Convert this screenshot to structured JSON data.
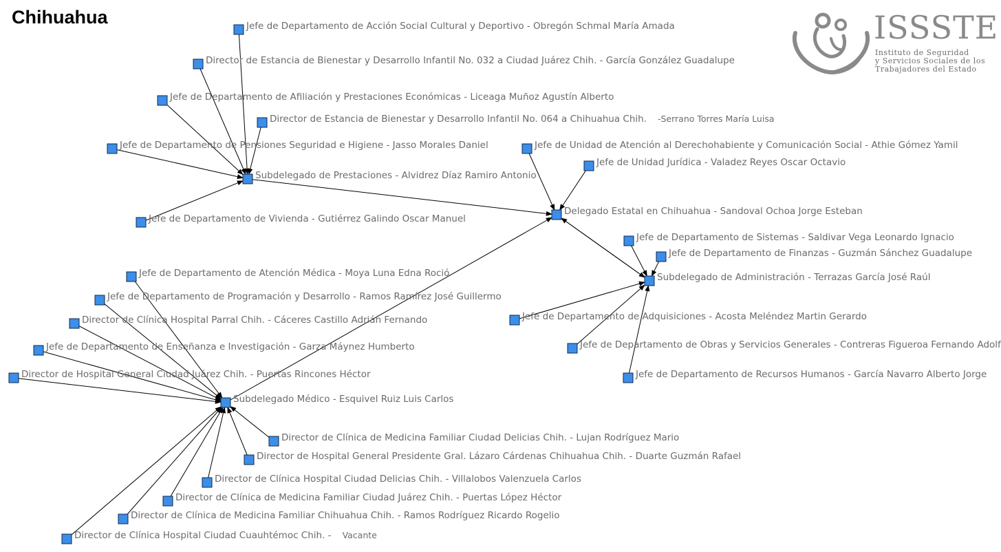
{
  "title": "Chihuahua",
  "logo": {
    "brand": "ISSSTE",
    "lines": [
      "Instituto de Seguridad",
      "y Servicios Sociales de los",
      "Trabajadores del Estado"
    ],
    "icon": "issste-hands-family-icon"
  },
  "nodes": [
    {
      "id": "delegado",
      "label": "Delegado Estatal en Chihuahua   - Sandoval Ochoa Jorge Esteban"
    },
    {
      "id": "sub_prest",
      "label": "Subdelegado de Prestaciones   - Alvidrez Díaz Ramiro Antonio"
    },
    {
      "id": "sub_admin",
      "label": "Subdelegado de Administración   - Terrazas García José Raúl"
    },
    {
      "id": "sub_med",
      "label": "Subdelegado Médico   - Esquivel Ruiz Luis Carlos"
    },
    {
      "id": "n1",
      "label": "Jefe de Departamento de Acción Social Cultural y Deportivo   - Obregón Schmal María Amada"
    },
    {
      "id": "n2",
      "label": "Director de Estancia de Bienestar y Desarrollo Infantil No. 032 a Ciudad Juárez Chih.    - García González Guadalupe"
    },
    {
      "id": "n3",
      "label": "Jefe de Departamento de Afiliación y Prestaciones Económicas   - Liceaga Muñoz Agustín Alberto"
    },
    {
      "id": "n4",
      "label": "Director de Estancia de Bienestar y Desarrollo Infantil No. 064 a Chihuahua Chih.",
      "suffix": "-Serrano Torres María Luisa"
    },
    {
      "id": "n5",
      "label": "Jefe de Departamento de Pensiones Seguridad e Higiene   - Jasso Morales Daniel"
    },
    {
      "id": "n6",
      "label": "Jefe de Departamento de Vivienda   - Gutiérrez Galindo Oscar Manuel"
    },
    {
      "id": "n7",
      "label": "Jefe de Unidad de Atención al Derechohabiente y Comunicación Social   - Athie Gómez Yamil"
    },
    {
      "id": "n8",
      "label": "Jefe de Unidad Jurídica   - Valadez Reyes Oscar Octavio"
    },
    {
      "id": "n9",
      "label": "Jefe de Departamento de Sistemas   - Saldivar Vega Leonardo Ignacio"
    },
    {
      "id": "n10",
      "label": "Jefe de Departamento de Finanzas   - Guzmán Sánchez Guadalupe"
    },
    {
      "id": "n11",
      "label": "Jefe de Departamento de Adquisiciones   - Acosta Meléndez Martin Gerardo"
    },
    {
      "id": "n12",
      "label": "Jefe de Departamento de Obras y Servicios Generales   - Contreras Figueroa Fernando Adolfo"
    },
    {
      "id": "n13",
      "label": "Jefe de Departamento de Recursos Humanos   - García Navarro Alberto Jorge"
    },
    {
      "id": "n14",
      "label": "Jefe de Departamento de Atención Médica   - Moya Luna Edna Roció"
    },
    {
      "id": "n15",
      "label": "Jefe de Departamento de Programación y Desarrollo   - Ramos Ramírez José Guillermo"
    },
    {
      "id": "n16",
      "label": "Director de Clínica Hospital Parral Chih.   - Cáceres Castillo Adrián Fernando"
    },
    {
      "id": "n17",
      "label": "Jefe de Departamento de Enseñanza e Investigación   - Garza Máynez Humberto"
    },
    {
      "id": "n18",
      "label": "Director de Hospital General Ciudad Juárez Chih.    - Puertas Rincones Héctor"
    },
    {
      "id": "n19",
      "label": "Director de Clínica de Medicina Familiar Ciudad Delicias Chih.   - Lujan Rodríguez Mario"
    },
    {
      "id": "n20",
      "label": "Director de Hospital General Presidente Gral. Lázaro Cárdenas Chihuahua Chih.    - Duarte Guzmán Rafael"
    },
    {
      "id": "n21",
      "label": "Director de Clínica Hospital Ciudad Delicias Chih.    - Villalobos Valenzuela Carlos"
    },
    {
      "id": "n22",
      "label": "Director de Clínica de Medicina Familiar Ciudad Juárez Chih. - Puertas López Héctor"
    },
    {
      "id": "n23",
      "label": "Director de Clínica de Medicina Familiar Chihuahua Chih. - Ramos  Rodríguez  Ricardo Rogelio"
    },
    {
      "id": "n24",
      "label": "Director de Clínica Hospital Ciudad Cuauhtémoc Chih.   -",
      "suffix": "Vacante"
    }
  ],
  "edges": [
    [
      "sub_prest",
      "delegado"
    ],
    [
      "sub_med",
      "delegado"
    ],
    [
      "n7",
      "delegado"
    ],
    [
      "n8",
      "delegado"
    ],
    [
      "delegado",
      "sub_admin"
    ],
    [
      "sub_admin",
      "delegado"
    ],
    [
      "n1",
      "sub_prest"
    ],
    [
      "n2",
      "sub_prest"
    ],
    [
      "n3",
      "sub_prest"
    ],
    [
      "n4",
      "sub_prest"
    ],
    [
      "n5",
      "sub_prest"
    ],
    [
      "n6",
      "sub_prest"
    ],
    [
      "n9",
      "sub_admin"
    ],
    [
      "n10",
      "sub_admin"
    ],
    [
      "n11",
      "sub_admin"
    ],
    [
      "n12",
      "sub_admin"
    ],
    [
      "n13",
      "sub_admin"
    ],
    [
      "n14",
      "sub_med"
    ],
    [
      "n15",
      "sub_med"
    ],
    [
      "n16",
      "sub_med"
    ],
    [
      "n17",
      "sub_med"
    ],
    [
      "n18",
      "sub_med"
    ],
    [
      "n19",
      "sub_med"
    ],
    [
      "n20",
      "sub_med"
    ],
    [
      "n21",
      "sub_med"
    ],
    [
      "n22",
      "sub_med"
    ],
    [
      "n23",
      "sub_med"
    ],
    [
      "n24",
      "sub_med"
    ]
  ]
}
